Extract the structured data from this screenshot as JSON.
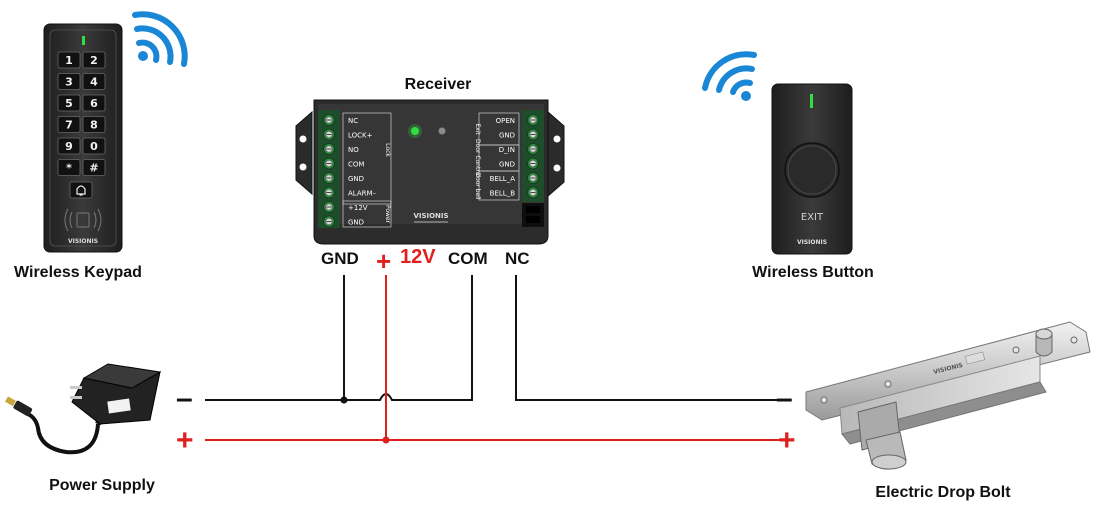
{
  "labels": {
    "wireless_keypad": "Wireless Keypad",
    "receiver": "Receiver",
    "wireless_button": "Wireless Button",
    "power_supply": "Power Supply",
    "electric_drop_bolt": "Electric Drop Bolt"
  },
  "terminals": {
    "gnd": "GND",
    "plus12v": "12V",
    "com": "COM",
    "nc": "NC"
  },
  "polarity": {
    "plus_sign": "+",
    "minus_sign": "–"
  },
  "keypad": {
    "keys": [
      "1",
      "2",
      "3",
      "4",
      "5",
      "6",
      "7",
      "8",
      "9",
      "0",
      "*",
      "#"
    ],
    "brand": "VISIONIS"
  },
  "receiver_panel": {
    "left_labels": [
      "NC",
      "LOCK+",
      "NO",
      "COM",
      "GND",
      "ALARM–",
      "+12V",
      "GND"
    ],
    "left_groups": [
      "Lock",
      "Power"
    ],
    "right_labels": [
      "OPEN",
      "GND",
      "D_IN",
      "GND",
      "BELL_A",
      "BELL_B"
    ],
    "right_groups": [
      "Exit",
      "Door Control",
      "Door bell"
    ],
    "brand": "VISIONIS"
  },
  "button_device": {
    "text": "EXIT",
    "brand": "VISIONIS"
  },
  "bolt_device": {
    "brand": "VISIONIS"
  },
  "colors": {
    "red_wire": "#e0201f",
    "black_wire": "#111111",
    "signal_blue": "#1a86d6",
    "led_green": "#33dd44",
    "device_dark": "#2b2b2b"
  }
}
